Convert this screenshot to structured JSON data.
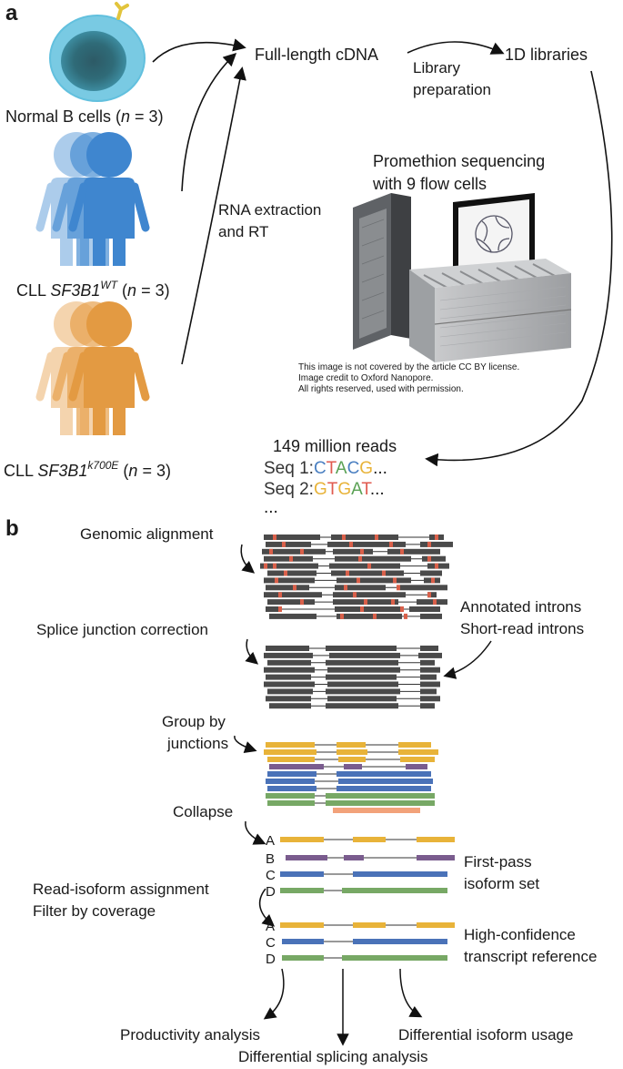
{
  "panel_a": {
    "panel_label": "a",
    "normal_b": {
      "prefix": "Normal B cells (",
      "n": "n",
      "suffix": " = 3)"
    },
    "cll_wt": {
      "prefix": "CLL ",
      "gene": "SF3B1",
      "sup": "WT",
      "n_prefix": " (",
      "n": "n",
      "suffix": " = 3)"
    },
    "cll_mut": {
      "prefix": "CLL ",
      "gene": "SF3B1",
      "sup": "k700E",
      "n_prefix": " (",
      "n": "n",
      "suffix": " = 3)"
    },
    "full_length_cdna": "Full-length cDNA",
    "library_prep_1": "Library",
    "library_prep_2": "preparation",
    "libraries_1d": "1D libraries",
    "rna_1": "RNA extraction",
    "rna_2": "and RT",
    "promethion_1": "Promethion sequencing",
    "promethion_2": "with 9 flow cells",
    "credit_1": "This image is not covered by the article CC BY license.",
    "credit_2": "Image credit to Oxford Nanopore.",
    "credit_3": "All rights reserved, used with permission.",
    "reads": "149 million reads",
    "seq1_label": "Seq 1:",
    "seq2_label": "Seq 2:",
    "ellipsis": "...",
    "more": "...",
    "seq1": [
      {
        "b": "C",
        "color": "#4a7fc1"
      },
      {
        "b": "T",
        "color": "#e05a4f"
      },
      {
        "b": "A",
        "color": "#5aa154"
      },
      {
        "b": "C",
        "color": "#4a7fc1"
      },
      {
        "b": "G",
        "color": "#e8b339"
      }
    ],
    "seq2": [
      {
        "b": "G",
        "color": "#e8b339"
      },
      {
        "b": "T",
        "color": "#e05a4f"
      },
      {
        "b": "G",
        "color": "#e8b339"
      },
      {
        "b": "A",
        "color": "#5aa154"
      },
      {
        "b": "T",
        "color": "#e05a4f"
      }
    ]
  },
  "panel_b": {
    "panel_label": "b",
    "genomic_alignment": "Genomic alignment",
    "splice_junction_correction": "Splice junction correction",
    "annotated_introns": "Annotated introns",
    "short_read_introns": "Short-read introns",
    "group_by_1": "Group by",
    "group_by_2": "junctions",
    "collapse": "Collapse",
    "first_pass_1": "First-pass",
    "first_pass_2": "isoform set",
    "read_isoform": "Read-isoform assignment",
    "filter": "Filter by coverage",
    "high_conf_1": "High-confidence",
    "high_conf_2": "transcript reference",
    "productivity": "Productivity analysis",
    "differential_splicing": "Differential splicing analysis",
    "differential_isoform": "Differential isoform usage",
    "first_pass_labels": [
      "A",
      "B",
      "C",
      "D"
    ],
    "final_labels": [
      "A",
      "C",
      "D"
    ]
  },
  "colors": {
    "normal_cell": "#5bb8d9",
    "wt": "#4a90d4",
    "mut": "#e8a24e",
    "read_gray": "#4a4a4a",
    "mismatch": "#d9604a",
    "iso_a": "#e8b339",
    "iso_b": "#7a5c8e",
    "iso_c": "#4a72b8",
    "iso_d": "#77a865",
    "iso_e": "#f2a27a"
  }
}
